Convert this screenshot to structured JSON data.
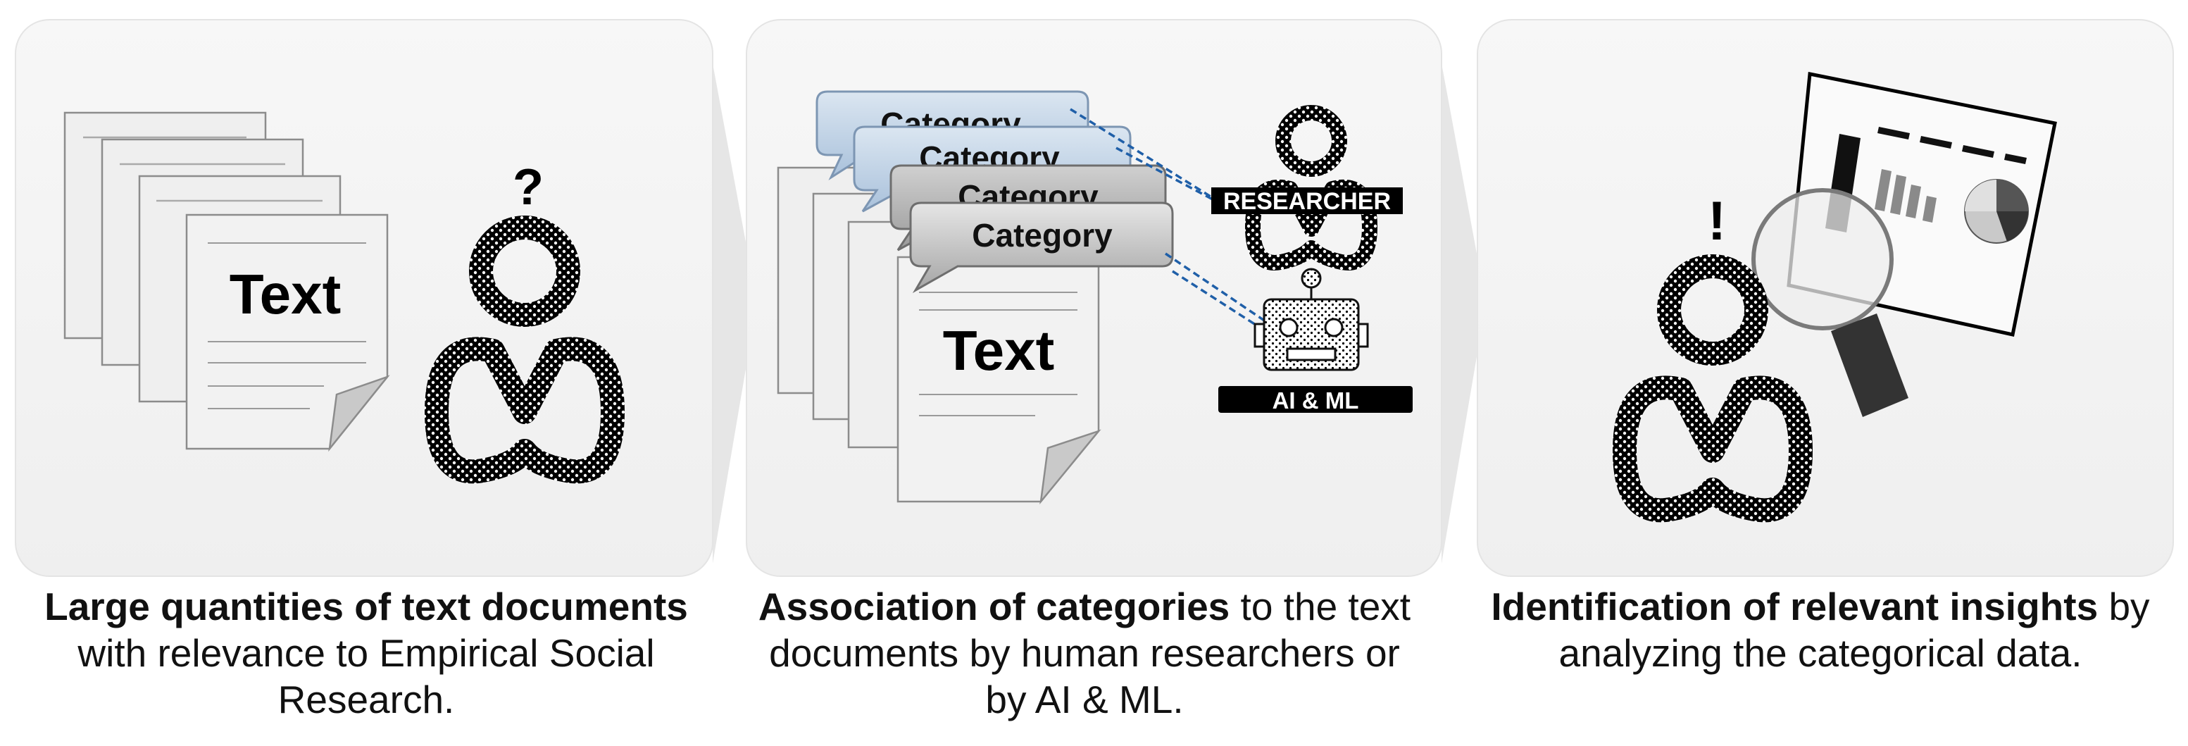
{
  "panels": [
    {
      "doc_text": "Text",
      "mark": "?",
      "caption": {
        "bold": "Large quantities of text documents",
        "rest": " with relevance to Empirical Social Research."
      }
    },
    {
      "doc_text": "Text",
      "category_labels": [
        "Category",
        "Category",
        "Category",
        "Category"
      ],
      "researcher_label": "RESEARCHER",
      "ai_label": "AI & ML",
      "caption": {
        "bold": "Association of categories",
        "rest": " to the text documents by human researchers or by AI & ML."
      }
    },
    {
      "mark": "!",
      "caption": {
        "bold": "Identification of relevant insights",
        "rest": " by analyzing the categorical data."
      }
    }
  ],
  "colors": {
    "panel_bg": "#f4f4f4",
    "paper": "#efefef",
    "bubble_blue": "#b8cde2",
    "bubble_gray": "#a9a9a9",
    "dash_blue": "#1f5fa8",
    "label_bg": "#000000"
  }
}
